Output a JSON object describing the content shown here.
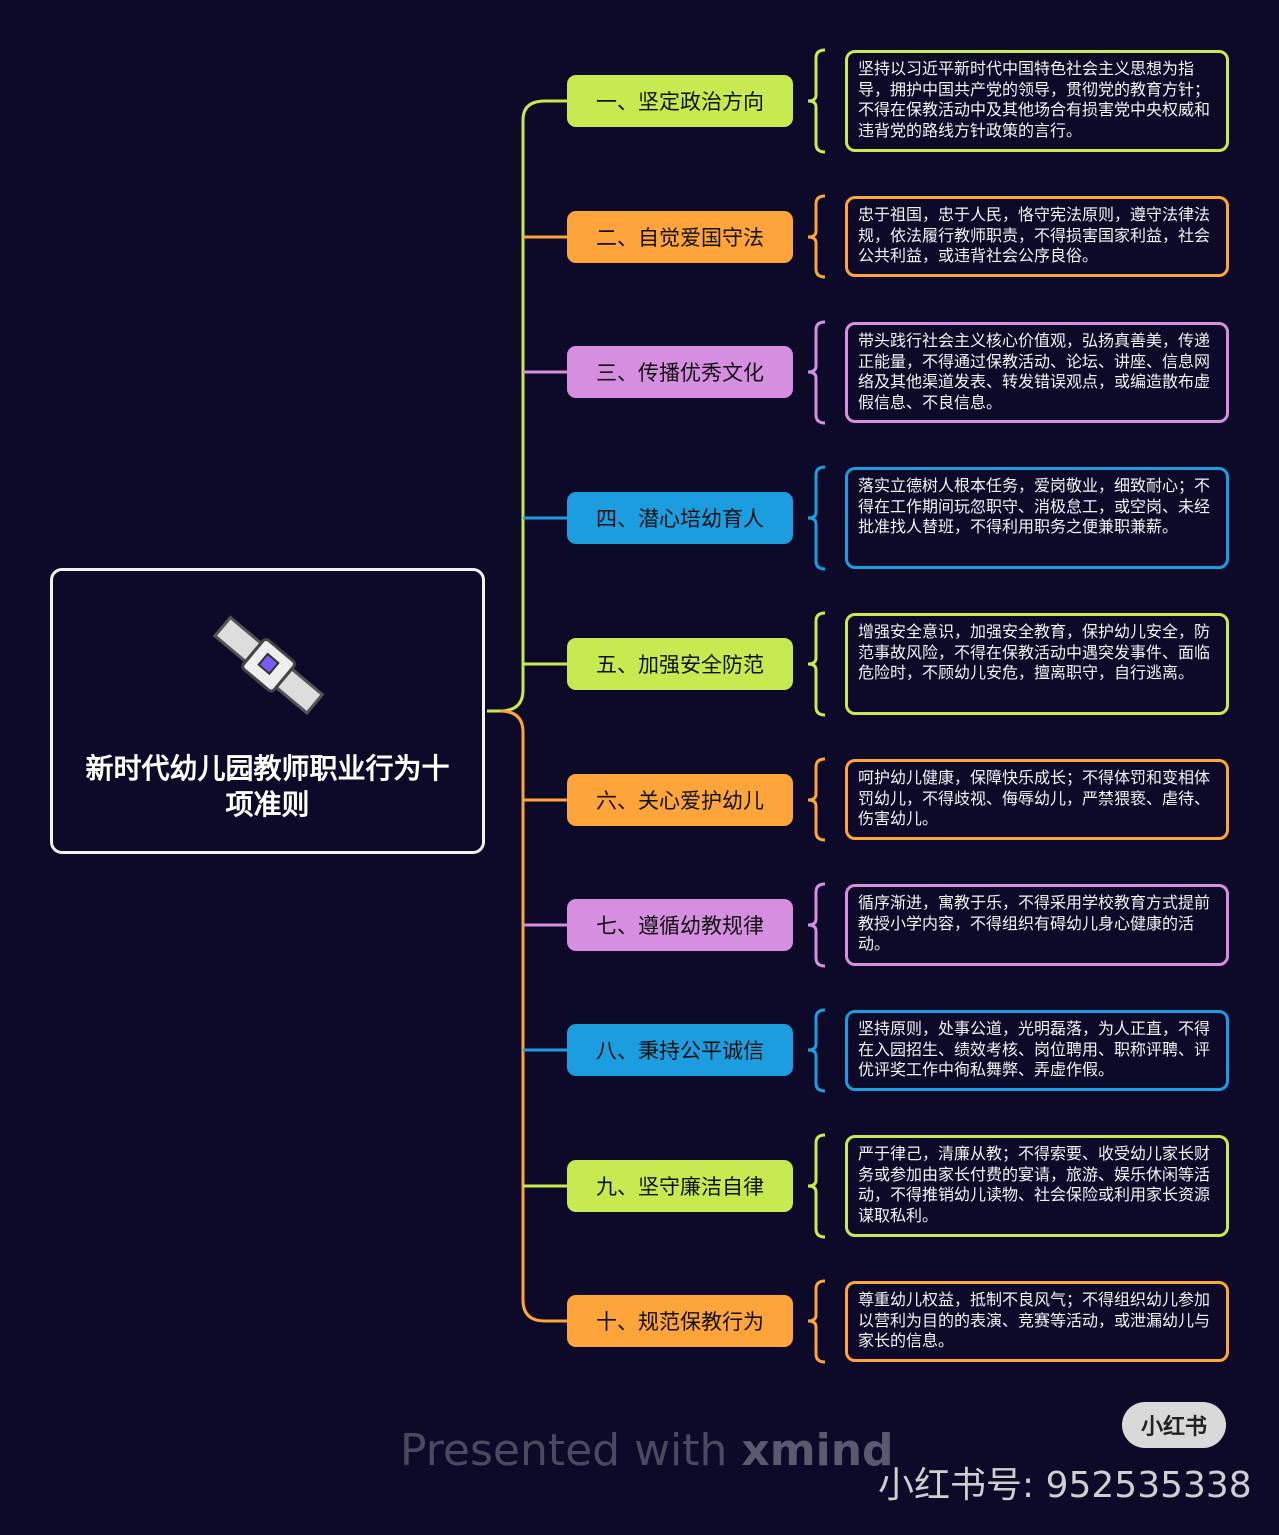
{
  "root": {
    "title": "新时代幼儿园教师职业行为十项准则",
    "icon": "satellite-icon"
  },
  "colors": {
    "green": "#c6ea4f",
    "orange": "#fda43a",
    "purple": "#d68ee0",
    "blue": "#1c9de0",
    "background": "#0c0a28"
  },
  "items": [
    {
      "label": "一、坚定政治方向",
      "color": "green",
      "text": "坚持以习近平新时代中国特色社会主义思想为指导，拥护中国共产党的领导，贯彻党的教育方针；不得在保教活动中及其他场合有损害党中央权威和违背党的路线方针政策的言行。"
    },
    {
      "label": "二、自觉爱国守法",
      "color": "orange",
      "text": "忠于祖国，忠于人民，恪守宪法原则，遵守法律法规，依法履行教师职责，不得损害国家利益，社会公共利益，或违背社会公序良俗。"
    },
    {
      "label": "三、传播优秀文化",
      "color": "purple",
      "text": "带头践行社会主义核心价值观，弘扬真善美，传递正能量，不得通过保教活动、论坛、讲座、信息网络及其他渠道发表、转发错误观点，或编造散布虚假信息、不良信息。"
    },
    {
      "label": "四、潜心培幼育人",
      "color": "blue",
      "text": "落实立德树人根本任务，爱岗敬业，细致耐心；不得在工作期间玩忽职守、消极怠工，或空岗、未经批准找人替班，不得利用职务之便兼职兼薪。"
    },
    {
      "label": "五、加强安全防范",
      "color": "green",
      "text": "增强安全意识，加强安全教育，保护幼儿安全，防范事故风险，不得在保教活动中遇突发事件、面临危险时，不顾幼儿安危，擅离职守，自行逃离。"
    },
    {
      "label": "六、关心爱护幼儿",
      "color": "orange",
      "text": "呵护幼儿健康，保障快乐成长；不得体罚和变相体罚幼儿，不得歧视、侮辱幼儿，严禁猥亵、虐待、伤害幼儿。"
    },
    {
      "label": "七、遵循幼教规律",
      "color": "purple",
      "text": "循序渐进，寓教于乐，不得采用学校教育方式提前教授小学内容，不得组织有碍幼儿身心健康的活动。"
    },
    {
      "label": "八、秉持公平诚信",
      "color": "blue",
      "text": "坚持原则，处事公道，光明磊落，为人正直，不得在入园招生、绩效考核、岗位聘用、职称评聘、评优评奖工作中徇私舞弊、弄虚作假。"
    },
    {
      "label": "九、坚守廉洁自律",
      "color": "green",
      "text": "严于律己，清廉从教；不得索要、收受幼儿家长财务或参加由家长付费的宴请，旅游、娱乐休闲等活动，不得推销幼儿读物、社会保险或利用家长资源谋取私利。"
    },
    {
      "label": "十、规范保教行为",
      "color": "orange",
      "text": "尊重幼儿权益，抵制不良风气；不得组织幼儿参加以营利为目的的表演、竞赛等活动，或泄漏幼儿与家长的信息。"
    }
  ],
  "footer": {
    "presented": "Presented with ",
    "brand": "xmind",
    "xhs_badge": "小红书",
    "xhs_id": "小红书号: 952535338"
  }
}
